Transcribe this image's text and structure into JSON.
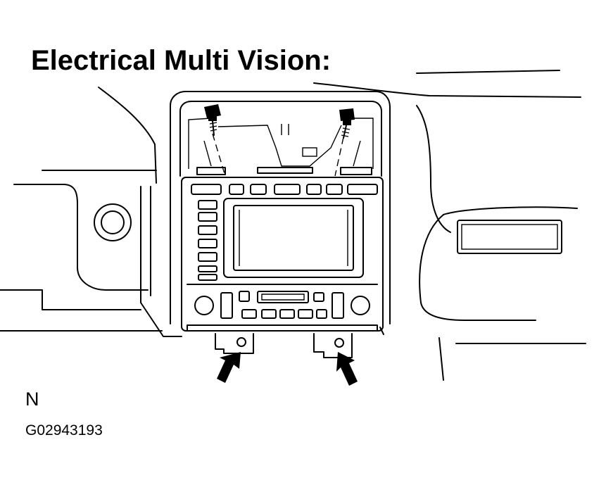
{
  "title": "Electrical Multi Vision:",
  "orientation_mark": "N",
  "figure_id": "G02943193",
  "icons": [
    "bolt-icon",
    "arrow-icon"
  ]
}
